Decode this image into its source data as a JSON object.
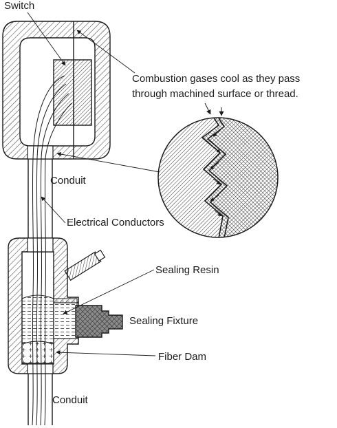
{
  "labels": {
    "switch": "Switch",
    "combustion_line1": "Combustion gases cool as they pass",
    "combustion_line2": "through machined surface or thread.",
    "conduit_top": "Conduit",
    "electrical_conductors": "Electrical Conductors",
    "sealing_resin": "Sealing Resin",
    "sealing_fixture": "Sealing Fixture",
    "fiber_dam": "Fiber Dam",
    "conduit_bottom": "Conduit"
  },
  "colors": {
    "ink": "#1a1a1a",
    "hatch": "#444444",
    "background": "#ffffff",
    "fixture_fill": "#6e6e6e"
  }
}
